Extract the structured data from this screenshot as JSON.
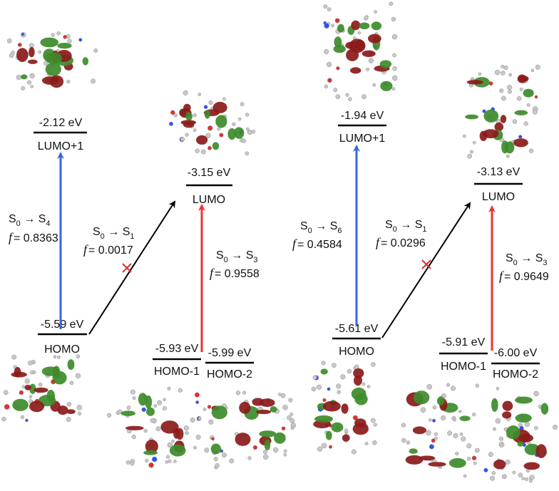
{
  "panels": [
    {
      "levels": [
        {
          "id": "lumo1",
          "value": "-2.12 eV",
          "name": "LUMO+1"
        },
        {
          "id": "lumo",
          "value": "-3.15 eV",
          "name": "LUMO"
        },
        {
          "id": "homo",
          "value": "-5.59 eV",
          "name": "HOMO"
        },
        {
          "id": "homo1",
          "value": "-5.93 eV",
          "name": "HOMO-1"
        },
        {
          "id": "homo2",
          "value": "-5.99 eV",
          "name": "HOMO-2"
        }
      ],
      "transitions": [
        {
          "from": "S0",
          "to": "S4",
          "f": "= 0.8363",
          "color": "#3a66e0",
          "forbidden": false
        },
        {
          "from": "S0",
          "to": "S1",
          "f": "= 0.0017",
          "color": "#000000",
          "forbidden": true
        },
        {
          "from": "S0",
          "to": "S3",
          "f": "= 0.9558",
          "color": "#ee3333",
          "forbidden": false
        }
      ]
    },
    {
      "levels": [
        {
          "id": "lumo1",
          "value": "-1.94 eV",
          "name": "LUMO+1"
        },
        {
          "id": "lumo",
          "value": "-3.13 eV",
          "name": "LUMO"
        },
        {
          "id": "homo",
          "value": "-5.61 eV",
          "name": "HOMO"
        },
        {
          "id": "homo1",
          "value": "-5.91 eV",
          "name": "HOMO-1"
        },
        {
          "id": "homo2",
          "value": "-6.00 eV",
          "name": "HOMO-2"
        }
      ],
      "transitions": [
        {
          "from": "S0",
          "to": "S6",
          "f": "= 0.4584",
          "color": "#3a66e0",
          "forbidden": false
        },
        {
          "from": "S0",
          "to": "S1",
          "f": "= 0.0296",
          "color": "#000000",
          "forbidden": true
        },
        {
          "from": "S0",
          "to": "S3",
          "f": "= 0.9649",
          "color": "#ee3333",
          "forbidden": false
        }
      ]
    }
  ],
  "symbols": {
    "f": "f",
    "arrow": "→",
    "S": "S"
  },
  "colors": {
    "lobe_red": "#8b1a1a",
    "lobe_green": "#3d8b2a",
    "atom_grey": "#c8c8c8",
    "atom_blue": "#3050f8",
    "atom_red": "#e03030"
  }
}
